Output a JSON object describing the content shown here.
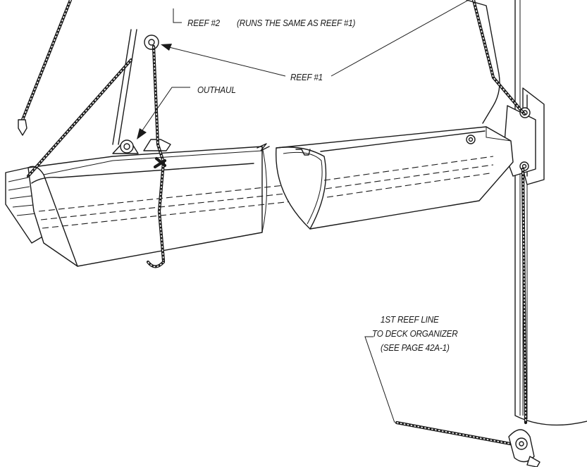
{
  "labels": {
    "reef2": "REEF #2",
    "reef2_note": "(RUNS THE SAME AS REEF #1)",
    "reef1": "REEF #1",
    "outhaul": "OUTHAUL",
    "reef_line_1": "1ST REEF LINE",
    "reef_line_2": "TO DECK ORGANIZER",
    "reef_line_3": "(SEE PAGE 42A-1)"
  },
  "colors": {
    "ink": "#1a1a1a",
    "paper": "#ffffff"
  }
}
